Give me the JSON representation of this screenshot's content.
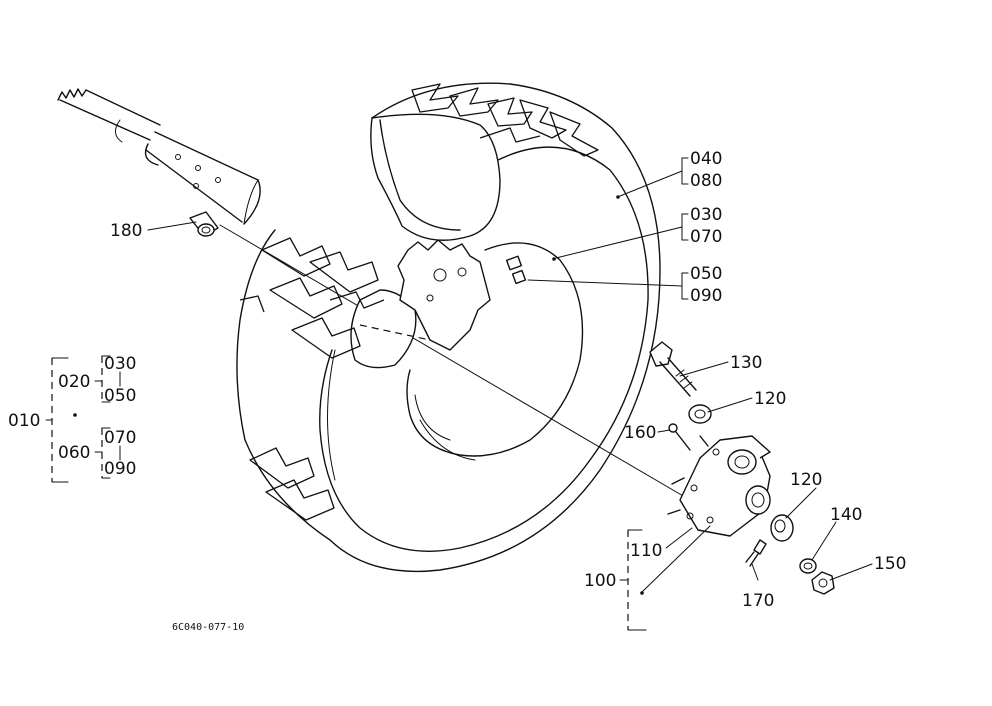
{
  "figure_code": "6C040-077-10",
  "labels": {
    "p010": "010",
    "p020": "020",
    "p030_tree": "030",
    "p050_tree": "050",
    "p060": "060",
    "p070_tree": "070",
    "p090_tree": "090",
    "p040": "040",
    "p080": "080",
    "p030": "030",
    "p070": "070",
    "p050": "050",
    "p090": "090",
    "p180": "180",
    "p130": "130",
    "p120_a": "120",
    "p160": "160",
    "p120_b": "120",
    "p140": "140",
    "p150": "150",
    "p110": "110",
    "p100": "100",
    "p170": "170"
  }
}
